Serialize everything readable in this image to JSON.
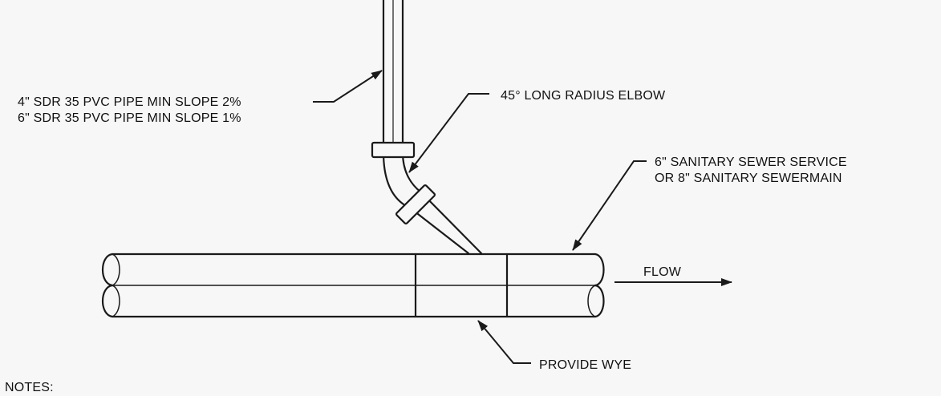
{
  "labels": {
    "pipe_line1": "4\" SDR 35 PVC PIPE MIN SLOPE 2%",
    "pipe_line2": "6\" SDR 35 PVC PIPE MIN SLOPE 1%",
    "elbow": "45°  LONG RADIUS ELBOW",
    "sewer_line1": "6\" SANITARY SEWER SERVICE",
    "sewer_line2": "OR 8\" SANITARY SEWERMAIN",
    "flow": "FLOW",
    "wye": "PROVIDE  WYE",
    "notes": "NOTES:"
  },
  "colors": {
    "line": "#1a1a1a",
    "paper": "#f7f7f7"
  }
}
